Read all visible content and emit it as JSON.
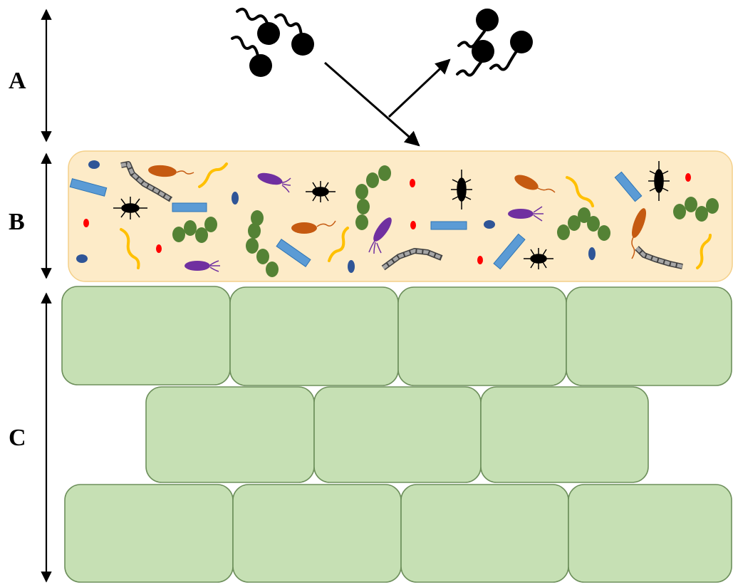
{
  "layers": {
    "a": {
      "label": "A"
    },
    "b": {
      "label": "B"
    },
    "c": {
      "label": "C"
    }
  },
  "colors": {
    "biofilm_fill": "#fdebc8",
    "biofilm_border": "#f4d08a",
    "epithelial_cell_fill": "#c6e0b4",
    "epithelial_cell_border": "#6d8f5b",
    "pathogen": "#000000",
    "blue_rod": "#5b9bd5",
    "dark_blue_oval": "#2f5597",
    "red_dot": "#ff0000",
    "orange_flagellate": "#c55a11",
    "yellow_spirillum": "#ffc000",
    "purple_flagellate": "#7030a0",
    "green_coccus": "#548235",
    "grey_chain": "#7f7f7f"
  },
  "icons": {
    "incoming_pathogens": "flagellated-bacteria-icon",
    "deflected_pathogens": "flagellated-bacteria-icon",
    "deflection_arrow": "deflection-arrow-icon"
  }
}
